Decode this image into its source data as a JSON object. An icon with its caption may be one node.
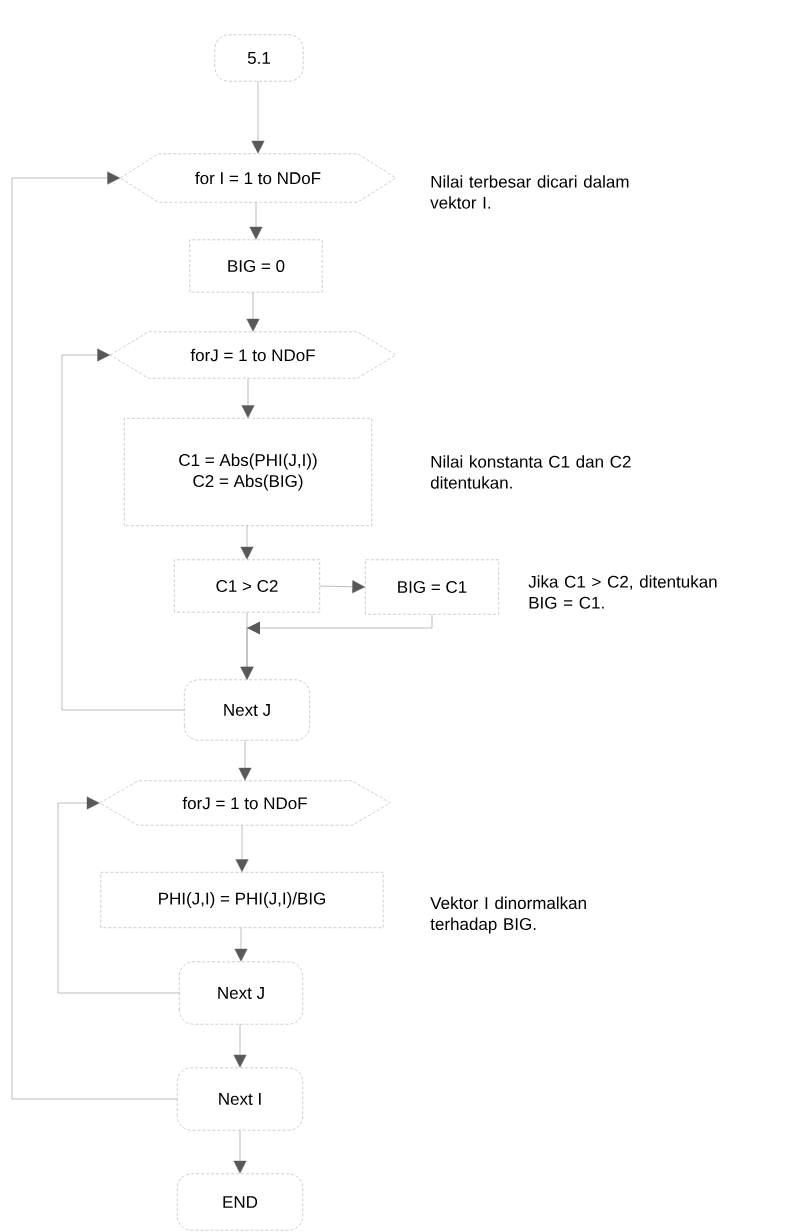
{
  "diagram": {
    "nodes": [
      {
        "text": [
          "5.1"
        ]
      },
      {
        "text": [
          "for I = 1 to NDoF"
        ]
      },
      {
        "text": [
          "BIG = 0"
        ]
      },
      {
        "text": [
          "forJ = 1 to NDoF"
        ]
      },
      {
        "text": [
          "C1 = Abs(PHI(J,I))",
          "C2 = Abs(BIG)"
        ]
      },
      {
        "text": [
          "C1 > C2"
        ]
      },
      {
        "text": [
          "BIG = C1"
        ]
      },
      {
        "text": [
          "Next J"
        ]
      },
      {
        "text": [
          "forJ = 1 to NDoF"
        ]
      },
      {
        "text": [
          "PHI(J,I) = PHI(J,I)/BIG"
        ]
      },
      {
        "text": [
          "Next J"
        ]
      },
      {
        "text": [
          "Next I"
        ]
      },
      {
        "text": [
          "END"
        ]
      }
    ],
    "edges": [
      {
        "from": 0,
        "to": 1,
        "arrow": "to"
      },
      {
        "from": 1,
        "to": 2,
        "arrow": "to"
      },
      {
        "from": 2,
        "to": 3,
        "arrow": "to"
      },
      {
        "from": 3,
        "to": 4,
        "arrow": "to"
      },
      {
        "from": 4,
        "to": 5,
        "arrow": "to"
      },
      {
        "from": 5,
        "to": 6,
        "arrow": "to"
      },
      {
        "from": 6,
        "to": 7,
        "arrow": "to"
      },
      {
        "from": 5,
        "to": 7,
        "arrow": "to"
      },
      {
        "from": 7,
        "to": 3,
        "arrow": "to"
      },
      {
        "from": 7,
        "to": 8,
        "arrow": "to"
      },
      {
        "from": 8,
        "to": 9,
        "arrow": "to"
      },
      {
        "from": 9,
        "to": 10,
        "arrow": "to"
      },
      {
        "from": 10,
        "to": 8,
        "arrow": "to"
      },
      {
        "from": 10,
        "to": 11,
        "arrow": "to"
      },
      {
        "from": 11,
        "to": 1,
        "arrow": "to"
      },
      {
        "from": 11,
        "to": 12,
        "arrow": "to"
      }
    ],
    "labels": [
      "Nilai terbesar dicari dalam vektor I.",
      "Nilai konstanta C1 dan C2 ditentukan.",
      "Jika C1 > C2, ditentukan BIG = C1.",
      "Vektor I dinormalkan terhadap BIG."
    ]
  }
}
